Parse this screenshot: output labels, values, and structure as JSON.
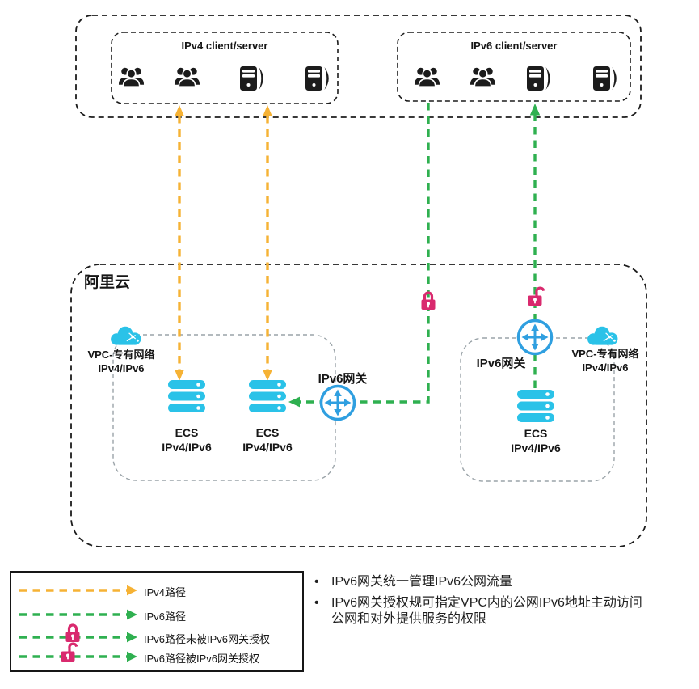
{
  "colors": {
    "ipv4_path_yellow": "#F6B234",
    "ipv6_path_green": "#2FB050",
    "ecs_cloud_cyan": "#2AC2E8",
    "gateway_blue": "#2F9FE0",
    "lock_pink": "#D92A6E",
    "ink": "#1C1C1C",
    "vpc_border_gray": "#9AA3A8"
  },
  "icons": {
    "users-icon": "group of client users",
    "host-icon": "internet server host",
    "ecs-server-icon": "cyan stacked ECS server",
    "ipv6-gateway-icon": "blue circle with four outward arrows",
    "vpc-cloud-icon": "cyan VPC cloud",
    "lock-closed-icon": "pink closed padlock (unauthorized)",
    "lock-open-icon": "pink open padlock (authorized)"
  },
  "top_section": {
    "ipv4_box_title": "IPv4 client/server",
    "ipv6_box_title": "IPv6 client/server"
  },
  "aliyun": {
    "label": "阿里云",
    "vpc_left": {
      "name": "VPC-专有网络",
      "stack": "IPv4/IPv6",
      "gateway_label": "IPv6网关",
      "ecs": [
        {
          "name": "ECS",
          "stack": "IPv4/IPv6"
        },
        {
          "name": "ECS",
          "stack": "IPv4/IPv6"
        }
      ]
    },
    "vpc_right": {
      "name": "VPC-专有网络",
      "stack": "IPv4/IPv6",
      "gateway_label": "IPv6网关",
      "ecs": [
        {
          "name": "ECS",
          "stack": "IPv4/IPv6"
        }
      ]
    }
  },
  "legend": {
    "items": [
      {
        "label": "IPv4路径",
        "line_color": "#F6B234",
        "lock": "none"
      },
      {
        "label": "IPv6路径",
        "line_color": "#2FB050",
        "lock": "none"
      },
      {
        "label": "IPv6路径未被IPv6网关授权",
        "line_color": "#2FB050",
        "lock": "closed"
      },
      {
        "label": "IPv6路径被IPv6网关授权",
        "line_color": "#2FB050",
        "lock": "open"
      }
    ]
  },
  "notes": {
    "items": [
      "IPv6网关统一管理IPv6公网流量",
      "IPv6网关授权规可指定VPC内的公网IPv6地址主动访问公网和对外提供服务的权限"
    ]
  }
}
